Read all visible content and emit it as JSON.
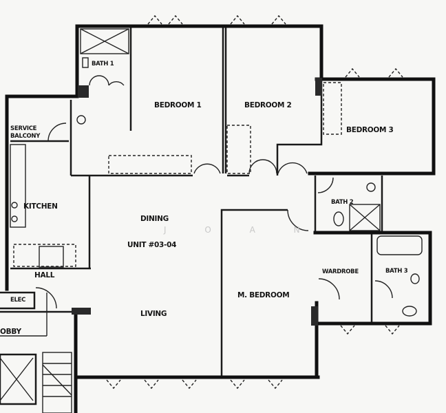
{
  "plan": {
    "unit_label": "UNIT #03-04",
    "watermark": "J O A N",
    "rooms": {
      "bath1": "BATH 1",
      "bedroom1": "BEDROOM 1",
      "bedroom2": "BEDROOM 2",
      "bedroom3": "BEDROOM 3",
      "service_balcony_1": "SERVICE",
      "service_balcony_2": "BALCONY",
      "kitchen": "KITCHEN",
      "dining": "DINING",
      "bath2": "BATH 2",
      "hall": "HALL",
      "wardrobe": "WARDROBE",
      "bath3": "BATH 3",
      "master_bedroom": "M. BEDROOM",
      "elec": "ELEC",
      "lobby": "OBBY",
      "living": "LIVING"
    }
  }
}
